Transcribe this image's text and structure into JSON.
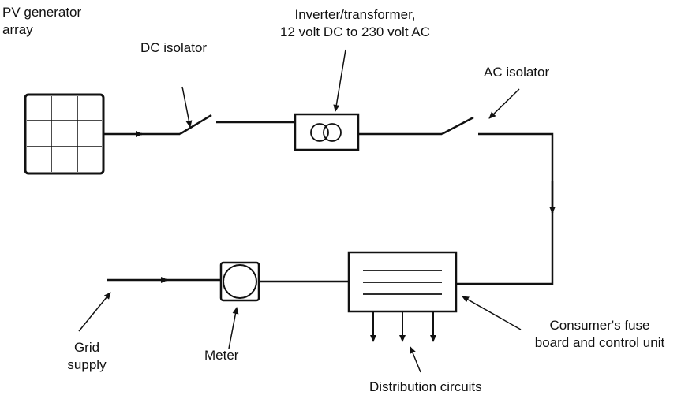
{
  "labels": {
    "pv_array_line1": "PV generator",
    "pv_array_line2": "array",
    "dc_isolator": "DC isolator",
    "inverter_line1": "Inverter/transformer,",
    "inverter_line2": "12 volt DC to 230 volt AC",
    "ac_isolator": "AC isolator",
    "grid_line1": "Grid",
    "grid_line2": "supply",
    "meter": "Meter",
    "fuse_board_line1": "Consumer's fuse",
    "fuse_board_line2": "board and control unit",
    "distribution": "Distribution circuits"
  },
  "colors": {
    "stroke": "#111111",
    "background": "#ffffff"
  }
}
